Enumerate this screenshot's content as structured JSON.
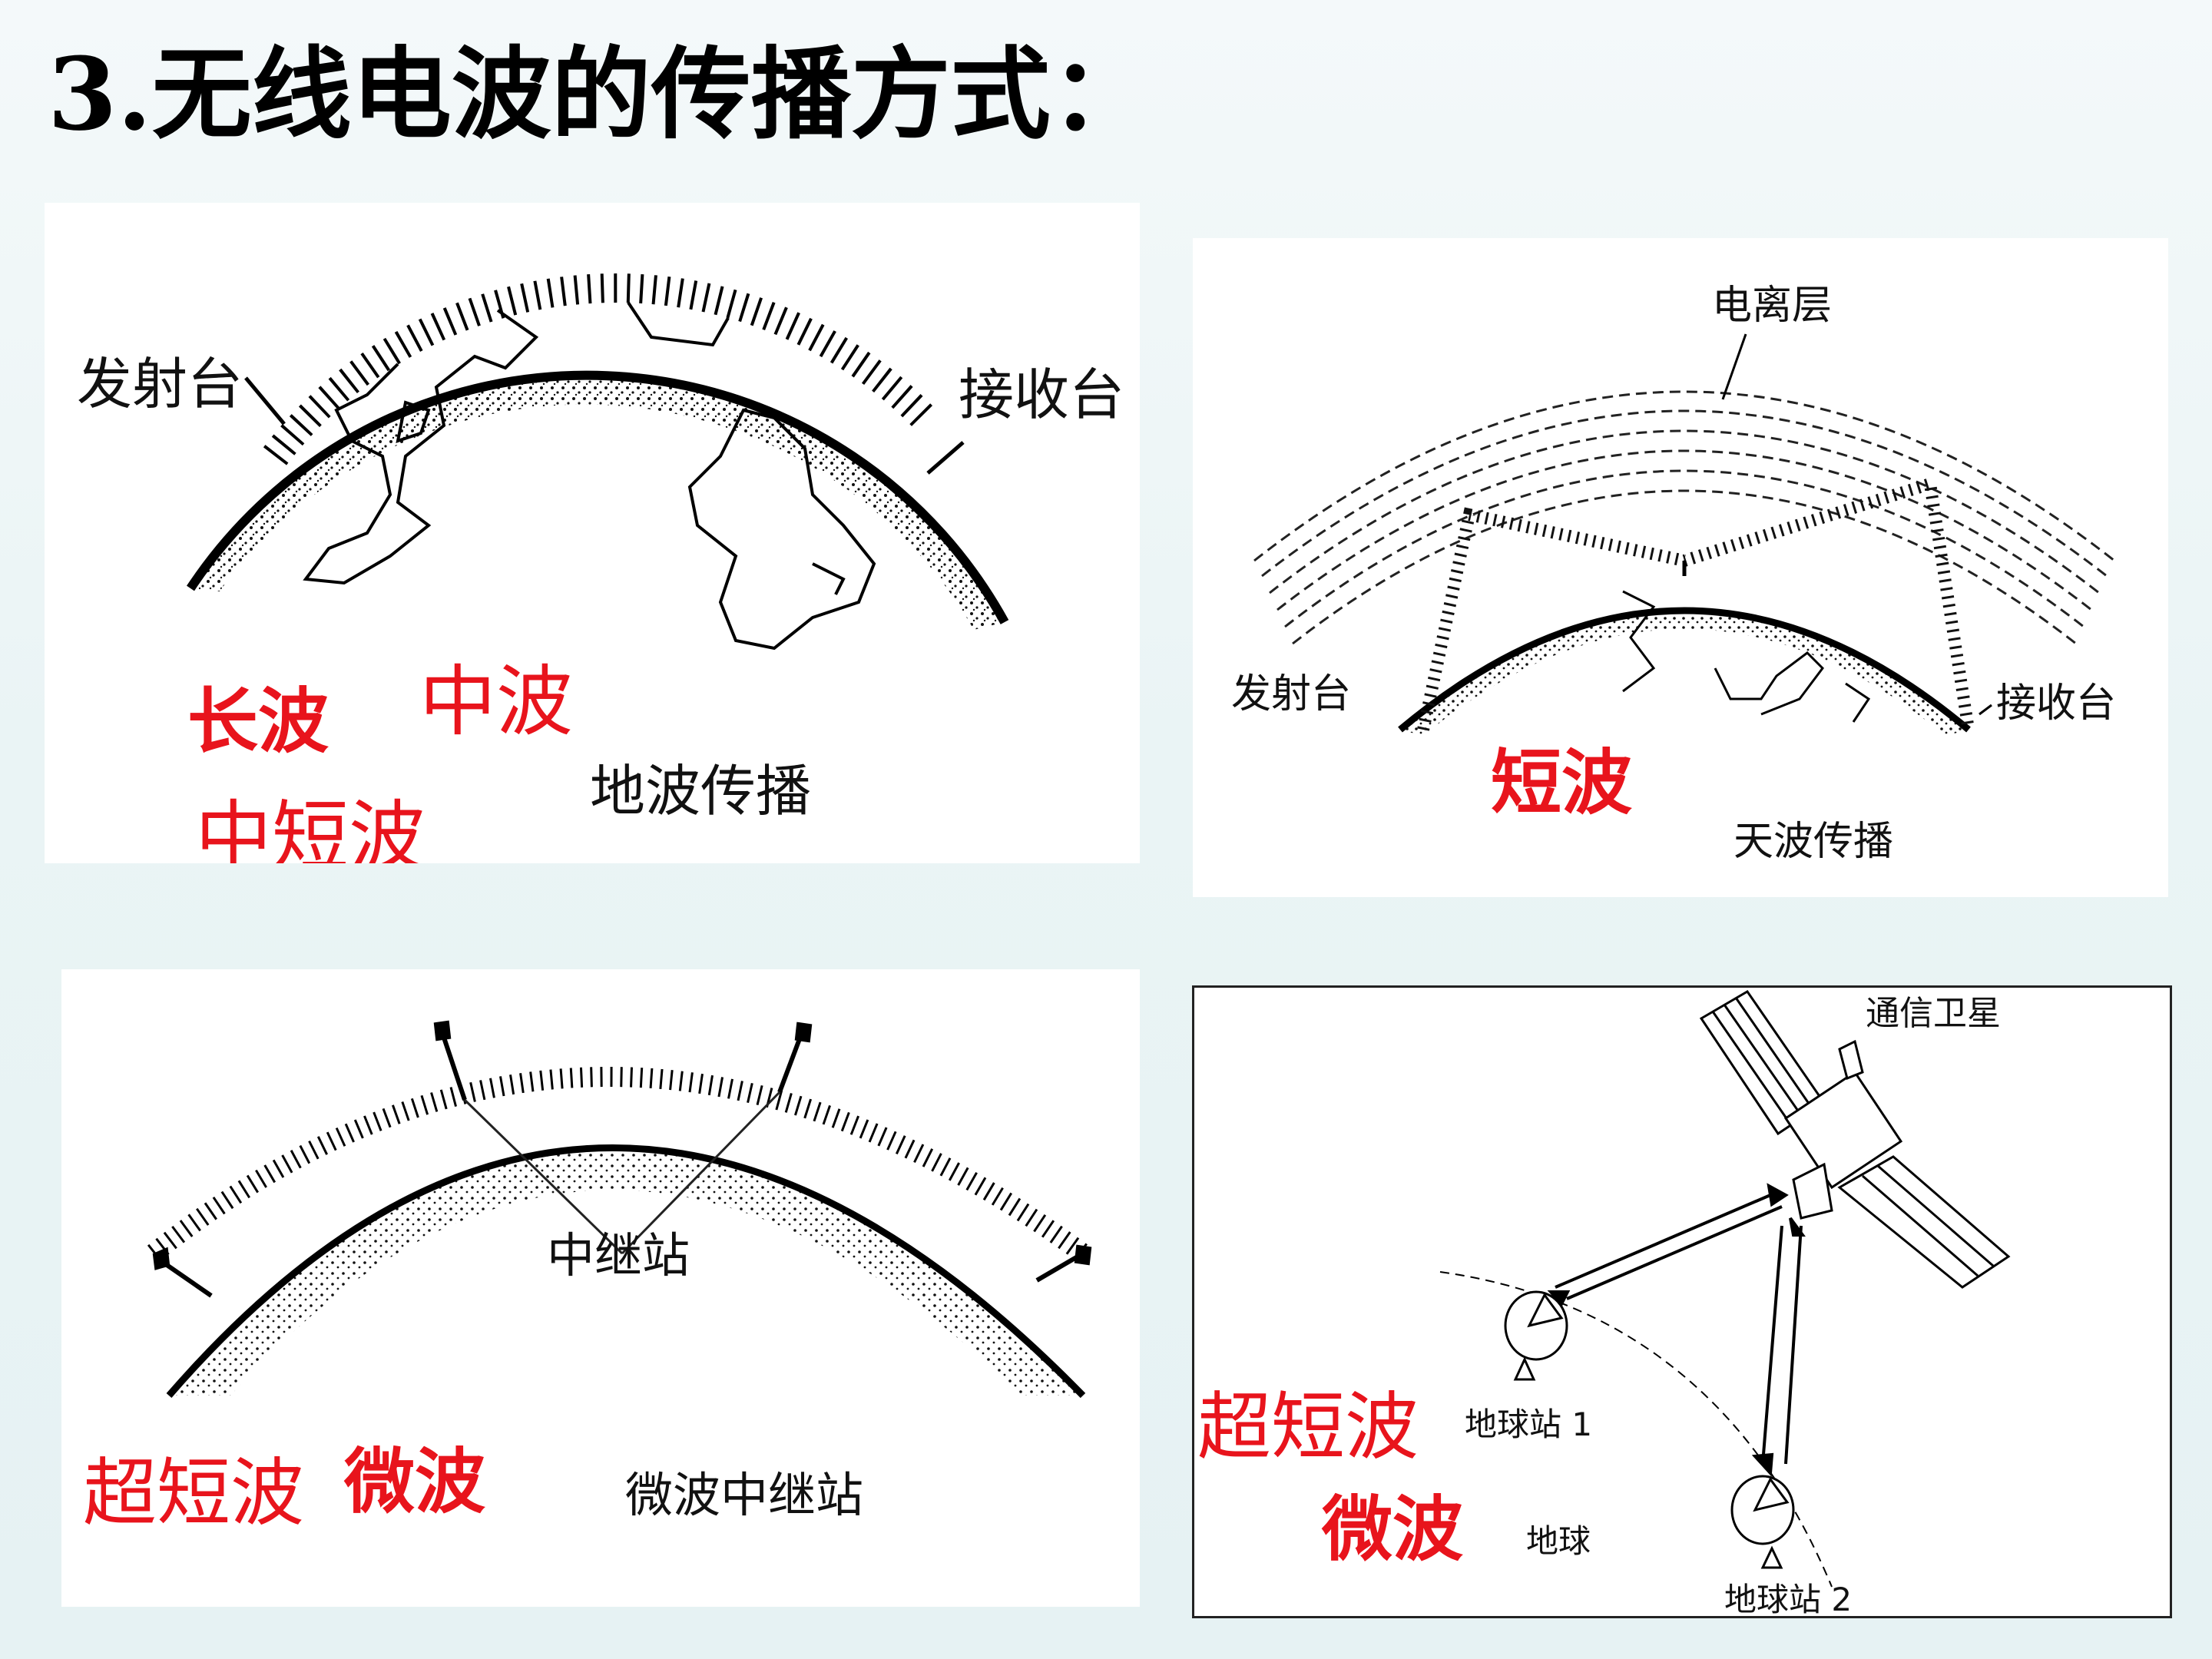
{
  "slide": {
    "title": "3.无线电波的传播方式：",
    "accent_color": "#e8141c"
  },
  "ground_wave": {
    "transmitter": "发射台",
    "receiver": "接收台",
    "caption": "地波传播",
    "wave_types": [
      "长波",
      "中波",
      "中短波"
    ]
  },
  "sky_wave": {
    "ionosphere": "电离层",
    "transmitter": "发射台",
    "receiver": "接收台",
    "caption": "天波传播",
    "wave_types": [
      "短波"
    ]
  },
  "relay": {
    "relay_station": "中继站",
    "caption": "微波中继站",
    "wave_types": [
      "超短波",
      "微波"
    ]
  },
  "satellite": {
    "satellite": "通信卫星",
    "station1": "地球站 1",
    "station2": "地球站 2",
    "earth": "地球",
    "wave_types": [
      "超短波",
      "微波"
    ]
  }
}
